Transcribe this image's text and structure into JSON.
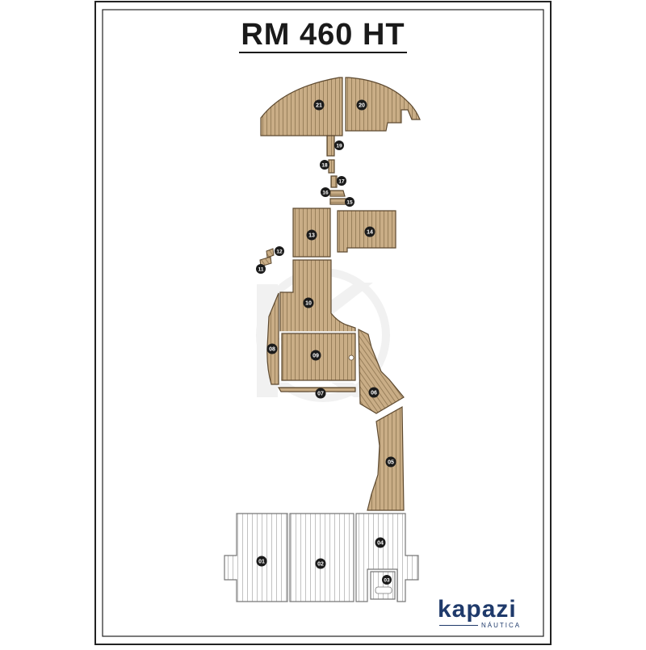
{
  "title": "RM 460 HT",
  "brand": {
    "name": "kapazi",
    "sub": "NÁUTICA"
  },
  "colors": {
    "teak": "#c9ad86",
    "teak_line": "#8d7450",
    "teak_border": "#5e4a30",
    "white_pad": "#ffffff",
    "white_line": "#9a9a9a",
    "frame": "#222222",
    "brand": "#1f3a6b"
  },
  "pieces": [
    {
      "id": "21",
      "material": "teak"
    },
    {
      "id": "20",
      "material": "teak"
    },
    {
      "id": "19",
      "material": "teak"
    },
    {
      "id": "18",
      "material": "teak"
    },
    {
      "id": "17",
      "material": "teak"
    },
    {
      "id": "16",
      "material": "teak"
    },
    {
      "id": "15",
      "material": "teak"
    },
    {
      "id": "14",
      "material": "teak"
    },
    {
      "id": "13",
      "material": "teak"
    },
    {
      "id": "12",
      "material": "teak"
    },
    {
      "id": "11",
      "material": "teak"
    },
    {
      "id": "10",
      "material": "teak"
    },
    {
      "id": "09",
      "material": "teak"
    },
    {
      "id": "08",
      "material": "teak"
    },
    {
      "id": "07",
      "material": "teak"
    },
    {
      "id": "06",
      "material": "teak"
    },
    {
      "id": "05",
      "material": "teak"
    },
    {
      "id": "04",
      "material": "white"
    },
    {
      "id": "03",
      "material": "white"
    },
    {
      "id": "02",
      "material": "white"
    },
    {
      "id": "01",
      "material": "white"
    }
  ]
}
